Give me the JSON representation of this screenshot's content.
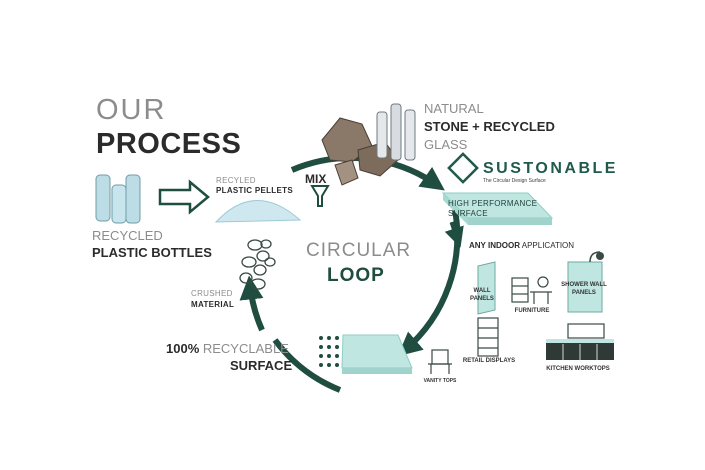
{
  "title": {
    "line1": "OUR",
    "line2": "PROCESS"
  },
  "stages": {
    "natural": {
      "line1": "NATURAL",
      "line2": "STONE + RECYCLED",
      "line3": "GLASS"
    },
    "pellets": {
      "line1": "RECYLED",
      "line2": "PLASTIC PELLETS"
    },
    "mix": "MIX",
    "bottles": {
      "line1": "RECYCLED",
      "line2": "PLASTIC BOTTLES"
    },
    "brand": {
      "name": "SUSTONABLE",
      "tagline": "The Circular Design Surface"
    },
    "surface": {
      "line1": "HIGH PERFORMANCE",
      "line2": "SURFACE"
    },
    "indoor": {
      "bold": "ANY INDOOR",
      "rest": " APPLICATION"
    },
    "crushed": {
      "line1": "CRUSHED",
      "line2": "MATERIAL"
    },
    "recyclable": {
      "bold": "100%",
      "light": " RECYCLABLE",
      "line2": "SURFACE"
    }
  },
  "center": {
    "line1": "CIRCULAR",
    "line2": "LOOP"
  },
  "applications": {
    "wall_panels": {
      "line1": "WALL",
      "line2": "PANELS"
    },
    "furniture": "FURNITURE",
    "shower": {
      "line1": "SHOWER WALL",
      "line2": "PANELS"
    },
    "retail": "RETAIL DISPLAYS",
    "vanity": "VANITY TOPS",
    "kitchen": "KITCHEN WORKTOPS"
  },
  "colors": {
    "accent": "#1f4d40",
    "slab": "#bfe6e1",
    "text_light": "#8c8c8c",
    "text_dark": "#2b2b2b"
  }
}
